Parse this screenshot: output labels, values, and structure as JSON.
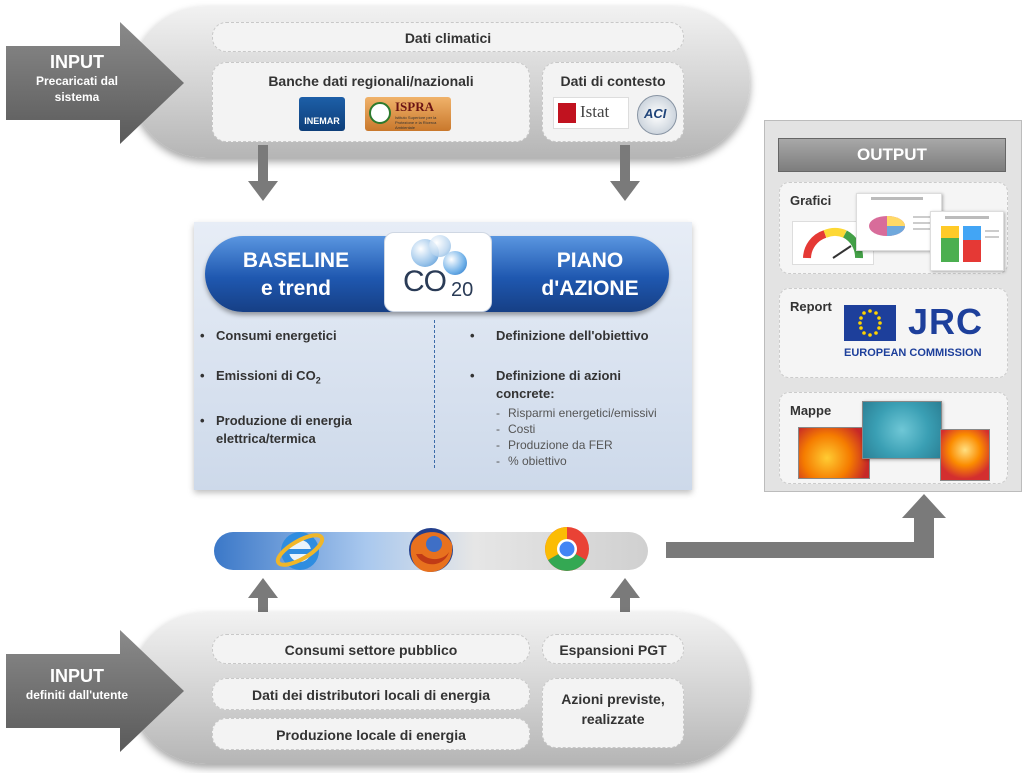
{
  "input_top": {
    "title": "INPUT",
    "subtitle": "Precaricati dal sistema"
  },
  "input_bottom": {
    "title": "INPUT",
    "subtitle": "definiti dall'utente"
  },
  "top_boxes": {
    "climate": "Dati climatici",
    "regional": "Banche dati regionali/nazionali",
    "context": "Dati di contesto"
  },
  "logos": {
    "inemar": "INEMAR",
    "ispra": "ISPRA",
    "ispra_sub": "Istituto Superiore per la Protezione e la Ricerca Ambientale",
    "istat": "Istat",
    "aci": "ACI"
  },
  "center": {
    "left_title_1": "BASELINE",
    "left_title_2": "e trend",
    "right_title_1": "PIANO",
    "right_title_2": "d'AZIONE",
    "co2_logo": "CO",
    "co2_sub": "20",
    "left_items": [
      "Consumi energetici",
      "Emissioni di CO",
      "Produzione di energia elettrica/termica"
    ],
    "co2_subscript": "2",
    "right_items": [
      "Definizione dell'obiettivo",
      "Definizione di azioni concrete:"
    ],
    "right_subitems": [
      "Risparmi energetici/emissivi",
      "Costi",
      "Produzione da FER",
      "% obiettivo"
    ]
  },
  "bottom_boxes": {
    "public": "Consumi settore pubblico",
    "pgt": "Espansioni PGT",
    "distributors": "Dati dei distributori locali di energia",
    "actions": "Azioni previste, realizzate",
    "production": "Produzione locale di energia"
  },
  "output": {
    "title": "OUTPUT",
    "charts_label": "Grafici",
    "report_label": "Report",
    "maps_label": "Mappe",
    "jrc": "JRC",
    "jrc_sub": "EUROPEAN COMMISSION"
  },
  "colors": {
    "blue": "#2b63b0",
    "gray_arrow": "#7a7a7a",
    "panel": "#dde6f2"
  }
}
